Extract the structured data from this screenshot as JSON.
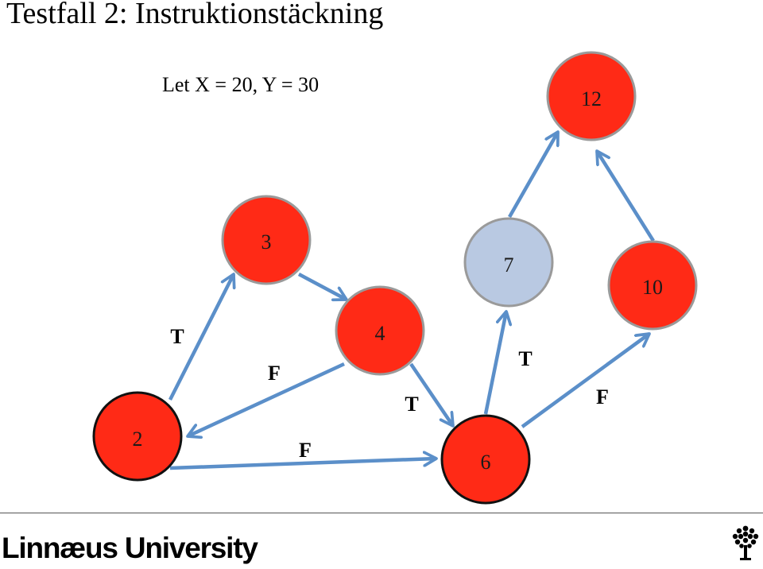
{
  "slide": {
    "title": "Testfall 2: Instruktionstäckning",
    "subtitle": "Let X = 20, Y = 30"
  },
  "diagram": {
    "nodes": [
      {
        "id": "n2",
        "label": "2",
        "status": "covered"
      },
      {
        "id": "n3",
        "label": "3",
        "status": "covered"
      },
      {
        "id": "n4",
        "label": "4",
        "status": "covered"
      },
      {
        "id": "n6",
        "label": "6",
        "status": "covered"
      },
      {
        "id": "n7",
        "label": "7",
        "status": "not-covered"
      },
      {
        "id": "n10",
        "label": "10",
        "status": "covered"
      },
      {
        "id": "n12",
        "label": "12",
        "status": "covered"
      }
    ],
    "edges": [
      {
        "from": "n2",
        "to": "n3",
        "label": "T"
      },
      {
        "from": "n2",
        "to": "n6",
        "label": "F"
      },
      {
        "from": "n3",
        "to": "n4",
        "label": ""
      },
      {
        "from": "n4",
        "to": "n2",
        "label": "F"
      },
      {
        "from": "n4",
        "to": "n6",
        "label": "T"
      },
      {
        "from": "n6",
        "to": "n7",
        "label": "T"
      },
      {
        "from": "n6",
        "to": "n10",
        "label": "F"
      },
      {
        "from": "n7",
        "to": "n12",
        "label": ""
      },
      {
        "from": "n10",
        "to": "n12",
        "label": ""
      }
    ]
  },
  "footer": {
    "brand": "Linnæus University",
    "logo_icon": "tree-icon"
  },
  "colors": {
    "covered_fill": "#ff2a16",
    "not_covered_fill": "#b9c9e2",
    "edge": "#5b8fc9",
    "node_border_dark": "#111111",
    "node_border_light": "#9a9a9a"
  }
}
